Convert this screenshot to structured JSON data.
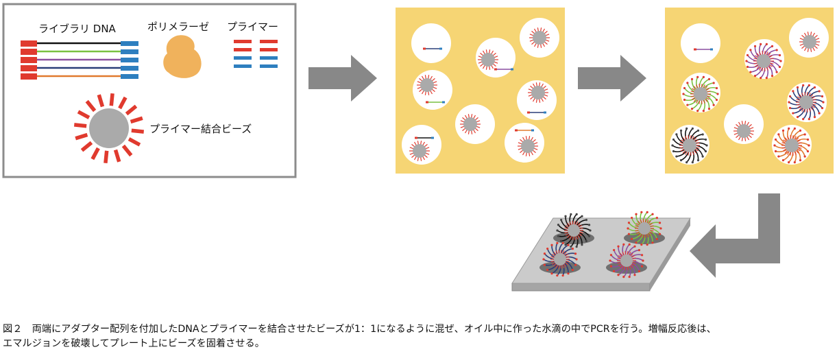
{
  "legend": {
    "library_dna_label": "ライブラリ DNA",
    "polymerase_label": "ポリメラーゼ",
    "primer_label": "プライマー",
    "bead_label": "プライマー結合ビーズ"
  },
  "colors": {
    "adapter_left": "#e03a2e",
    "adapter_right": "#2e7fbf",
    "bead": "#aaaaaa",
    "primer_spike": "#e03a2e",
    "polymerase": "#f0b25c",
    "emulsion_oil": "#f6d574",
    "droplet": "#ffffff",
    "arrow": "#888888",
    "plate_top": "#c8c8c8",
    "plate_side": "#a0a0a0",
    "well": "#707070",
    "dna_strands": [
      "#111111",
      "#7ac142",
      "#8a4fa0",
      "#2a3e78",
      "#e07a2e"
    ]
  },
  "icons": [
    "polymerase-blob-icon",
    "primer-bar-icon",
    "bead-icon",
    "droplet-icon",
    "flow-arrow-icon",
    "plate-icon"
  ],
  "caption": {
    "line1": "図２　両端にアダプター配列を付加したDNAとプライマーを結合させたビーズが1：1になるように混ぜ、オイル中に作った水滴の中でPCRを行う。増幅反応後は、",
    "line2": "エマルジョンを破壊してプレート上にビーズを固着させる。"
  }
}
